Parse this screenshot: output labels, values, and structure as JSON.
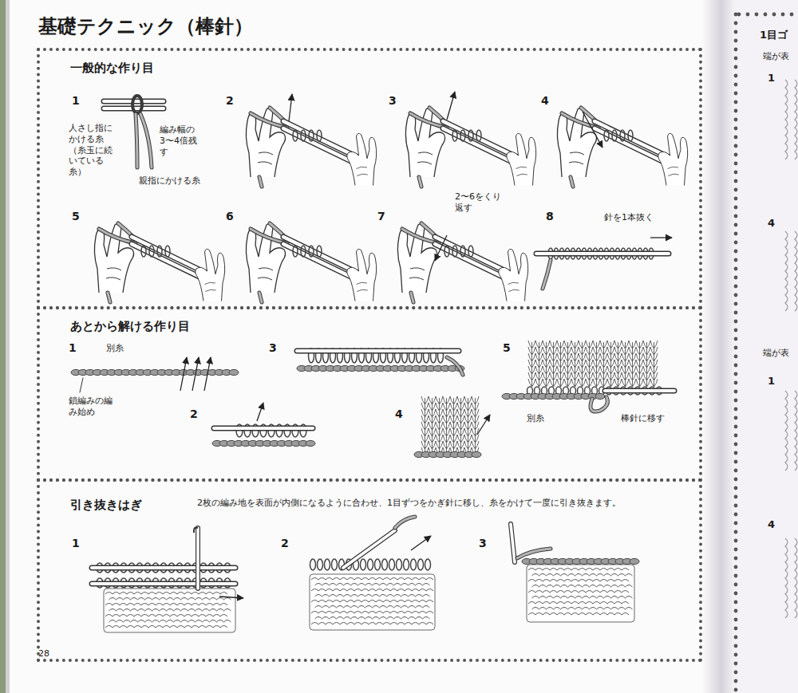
{
  "diagram": {
    "title": "基礎テクニック（棒針）",
    "nodes": [
      {
        "text": [
          "一般的な作り目"
        ]
      },
      {
        "text": [
          "あとから解ける作り目"
        ]
      },
      {
        "text": [
          "引き抜きはぎ",
          "2枚の編み地を表面が内側になるように合わせ、1目ずつをかぎ針に移し、糸をかけて一度に引き抜きます。"
        ]
      }
    ],
    "labels": [
      "1",
      "人さし指にかける糸（糸玉に続いている糸）",
      "編み幅の3〜4倍残す",
      "親指にかける糸",
      "2",
      "3",
      "4",
      "5",
      "6",
      "7",
      "2〜6をくり返す",
      "8",
      "針を1本抜く",
      "1",
      "別糸",
      "鎖編みの編み始め",
      "2",
      "3",
      "4",
      "5",
      "別糸",
      "棒針に移す",
      "1",
      "2",
      "3",
      "28",
      "1目ゴ",
      "端が表",
      "1",
      "4",
      "端が表",
      "1",
      "4"
    ]
  }
}
